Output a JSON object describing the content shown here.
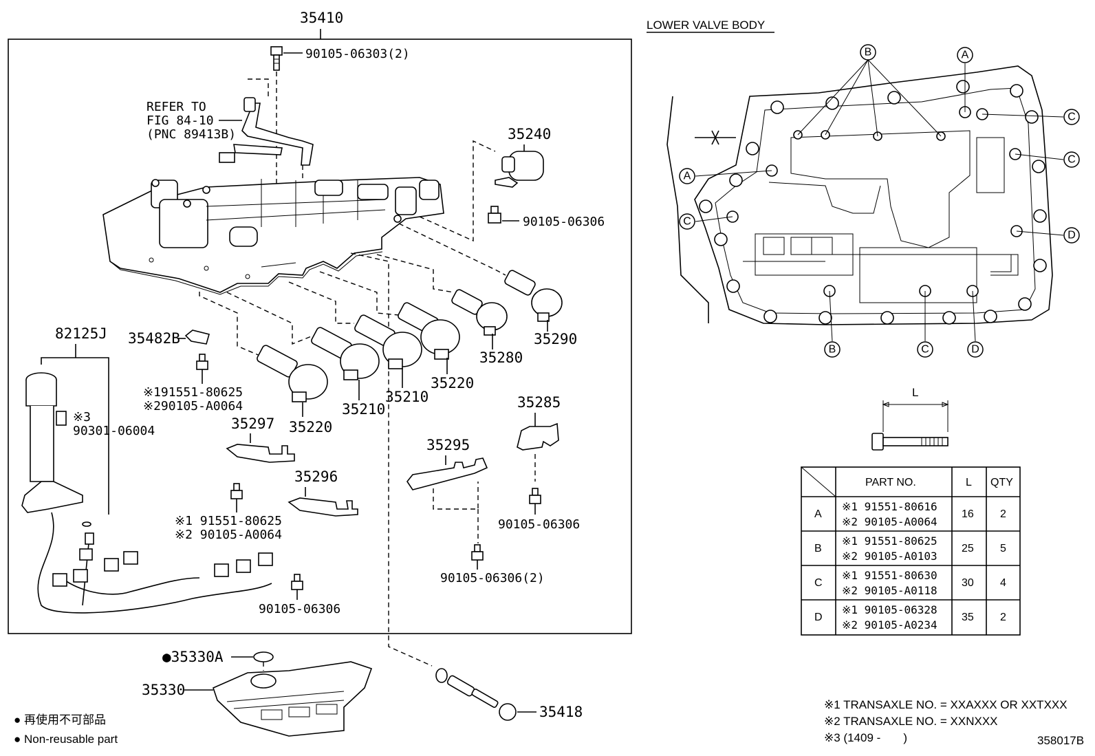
{
  "main_part": "35410",
  "lower_valve_body_title": "LOWER VALVE BODY",
  "refer": [
    "REFER TO",
    "FIG 84-10",
    "(PNC 89413B)"
  ],
  "bolt_top": "90105-06303(2)",
  "parts": {
    "p35240": "35240",
    "p35240_bolt": "90105-06306",
    "p82125J": "82125J",
    "p82125J_note1": "※3",
    "p82125J_note2": "90301-06004",
    "p35482B": "35482B",
    "p35482B_bolt1": "※191551-80625",
    "p35482B_bolt2": "※290105-A0064",
    "p35297": "35297",
    "p35297_bolt1": "※1 91551-80625",
    "p35297_bolt2": "※2 90105-A0064",
    "p35296": "35296",
    "p35296_bolt": "90105-06306",
    "p35220a": "35220",
    "p35210a": "35210",
    "p35210b": "35210",
    "p35220b": "35220",
    "p35280": "35280",
    "p35290": "35290",
    "p35285": "35285",
    "p35285_bolt": "90105-06306",
    "p35295": "35295",
    "p35295_bolt": "90105-06306(2)",
    "p35330A": "●35330A",
    "p35330": "35330",
    "p35418": "35418"
  },
  "legend": {
    "jp": "● 再使用不可部品",
    "en": "● Non-reusable part"
  },
  "footnotes": [
    "※1 TRANSAXLE NO. = XXAXXX OR XXTXXX",
    "※2 TRANSAXLE NO. = XXNXXX",
    "※3 (1409 -       )"
  ],
  "figure_code": "358017B",
  "bolt_dim_label": "L",
  "table": {
    "headers": [
      "PART NO.",
      "L",
      "QTY"
    ],
    "rows": [
      {
        "key": "A",
        "part1": "※1 91551-80616",
        "part2": "※2 90105-A0064",
        "L": "16",
        "qty": "2"
      },
      {
        "key": "B",
        "part1": "※1 91551-80625",
        "part2": "※2 90105-A0103",
        "L": "25",
        "qty": "5"
      },
      {
        "key": "C",
        "part1": "※1 91551-80630",
        "part2": "※2 90105-A0118",
        "L": "30",
        "qty": "4"
      },
      {
        "key": "D",
        "part1": "※1 90105-06328",
        "part2": "※2 90105-A0234",
        "L": "35",
        "qty": "2"
      }
    ]
  },
  "callouts": {
    "A": "A",
    "B": "B",
    "C": "C",
    "D": "D"
  }
}
